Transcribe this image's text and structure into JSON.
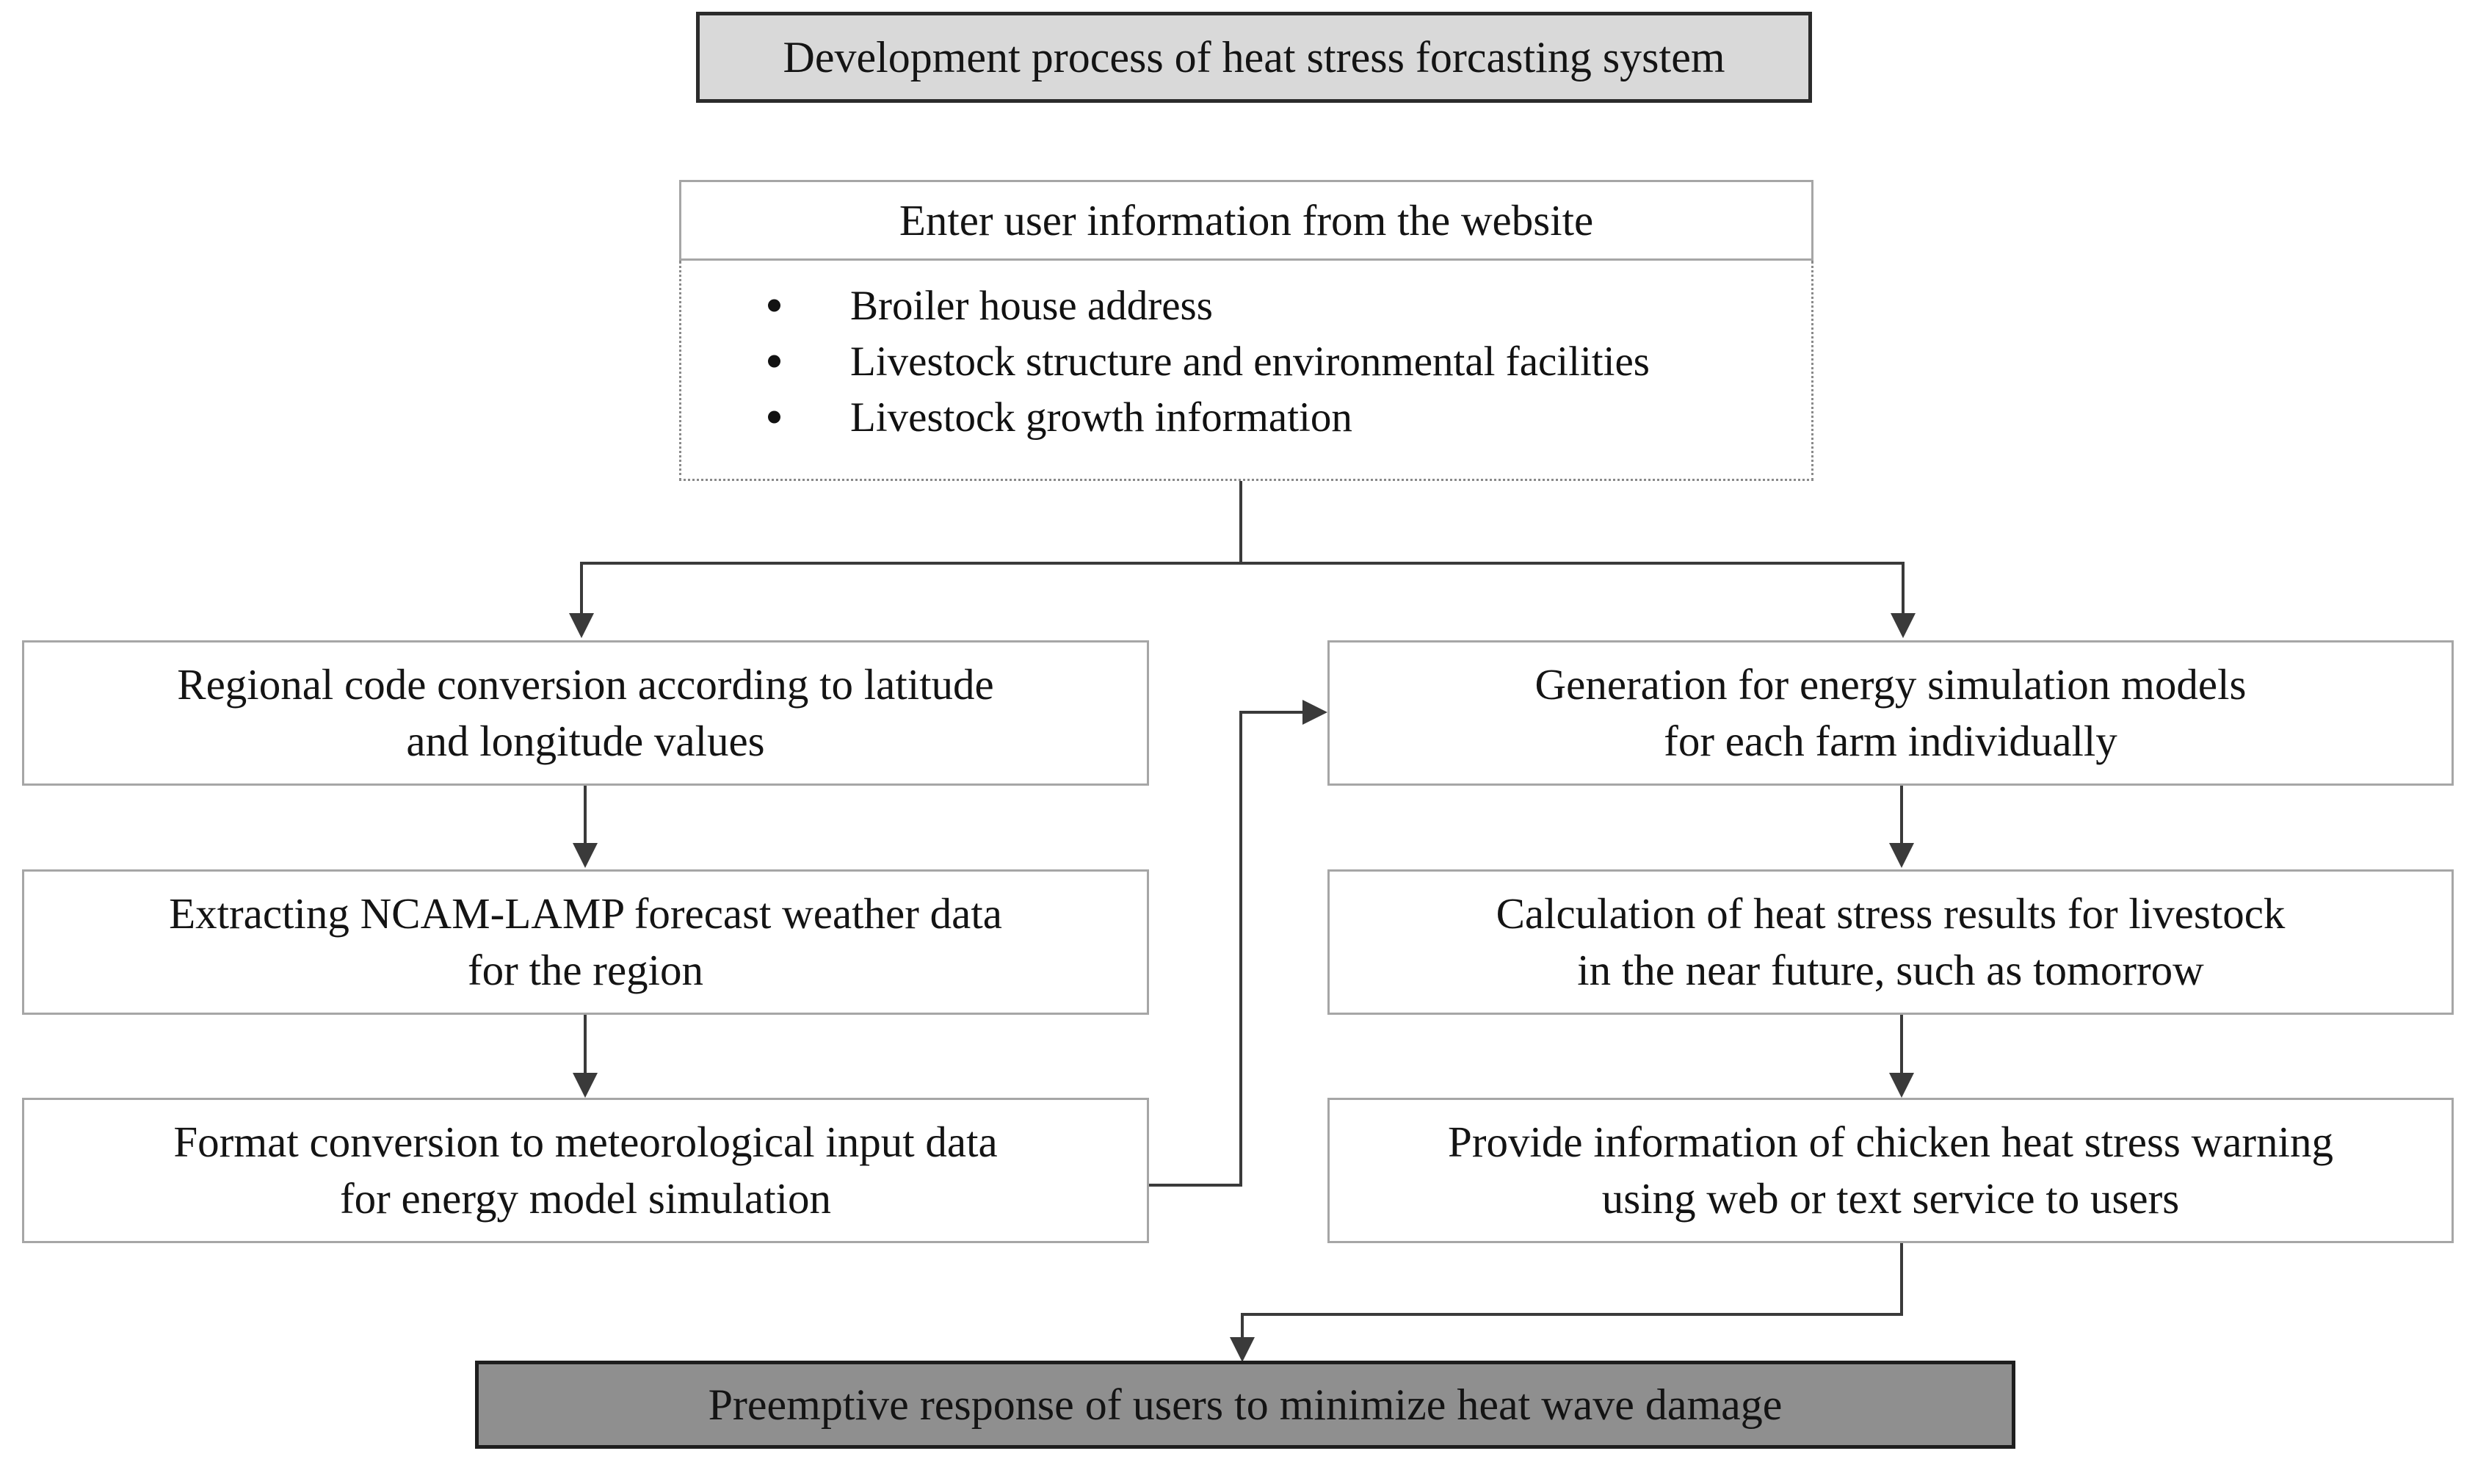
{
  "diagram": {
    "title": "Development process of  heat stress forcasting system",
    "input_group": {
      "header": "Enter user information from the website",
      "bullets": [
        "Broiler house address",
        "Livestock structure and environmental facilities",
        "Livestock growth information"
      ]
    },
    "left_column": [
      "Regional code conversion according to latitude\nand longitude values",
      "Extracting NCAM-LAMP forecast weather data\nfor the region",
      "Format conversion to meteorological input data\nfor energy model simulation"
    ],
    "right_column": [
      "Generation for energy simulation models\nfor each farm individually",
      "Calculation of heat stress results for livestock\nin the near future, such as tomorrow",
      "Provide information of chicken heat stress warning\nusing web or text service to users"
    ],
    "result": "Preemptive response of users to minimize heat wave damage",
    "colors": {
      "title_fill": "#d9d9d9",
      "title_border": "#2b2b2b",
      "box_fill": "#ffffff",
      "box_border": "#a6a6a6",
      "result_fill": "#8f8f8f",
      "result_border": "#1e1e1e",
      "connector": "#3a3a3a",
      "background": "#ffffff"
    }
  }
}
